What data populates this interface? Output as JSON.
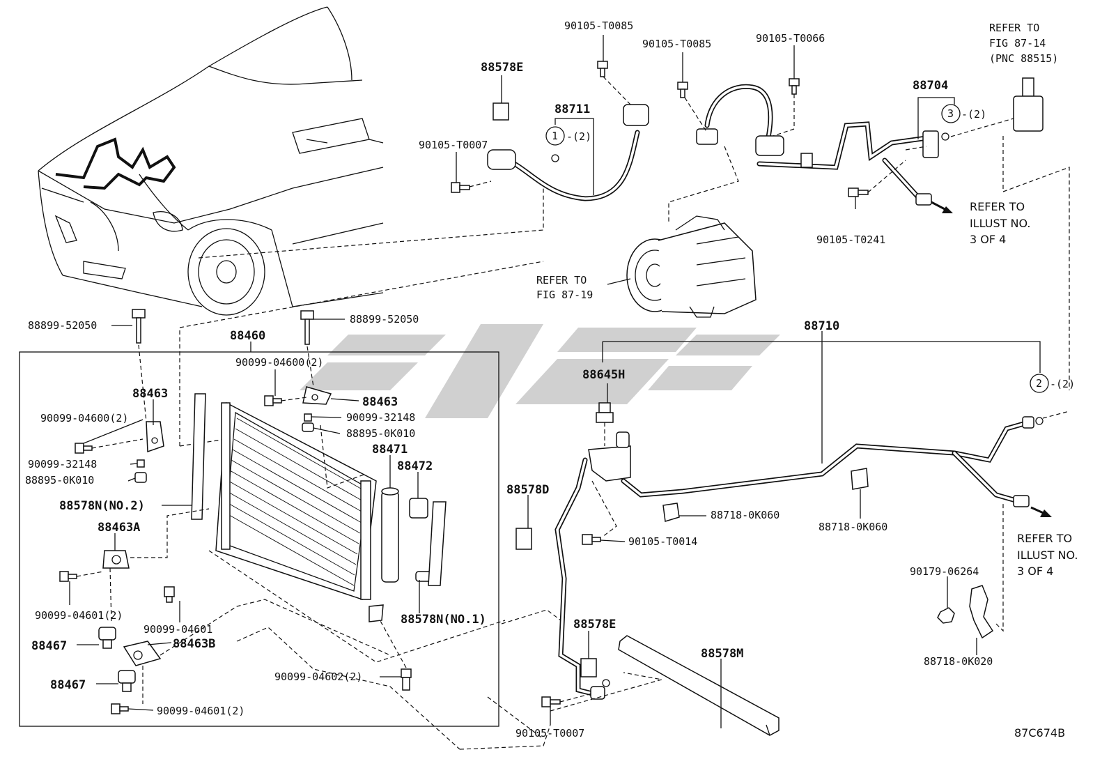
{
  "labels": {
    "p90105_T0085_a": "90105-T0085",
    "p90105_T0085_b": "90105-T0085",
    "p90105_T0066": "90105-T0066",
    "refer_fig_87_14_l1": "REFER TO",
    "refer_fig_87_14_l2": "FIG 87-14",
    "refer_fig_87_14_l3": "(PNC 88515)",
    "p88578E_top": "88578E",
    "p88711": "88711",
    "callout1_qty": "-(2)",
    "callout1": "1",
    "p90105_T0007_top": "90105-T0007",
    "p88704": "88704",
    "callout3": "3",
    "callout3_qty": "-(2)",
    "refer_illust_a_l1": "REFER TO",
    "refer_illust_a_l2": "ILLUST NO.",
    "refer_illust_a_l3": "3 OF 4",
    "p90105_T0241": "90105-T0241",
    "refer_fig_87_19_l1": "REFER TO",
    "refer_fig_87_19_l2": "FIG 87-19",
    "p88899_52050_a": "88899-52050",
    "p88899_52050_b": "88899-52050",
    "p88460": "88460",
    "p90099_04600_2_a": "90099-04600(2)",
    "p88463_a": "88463",
    "p88463_b": "88463",
    "p90099_04600_2_b": "90099-04600(2)",
    "p90099_32148_a": "90099-32148",
    "p90099_32148_b": "90099-32148",
    "p88895_0K010_a": "88895-0K010",
    "p88895_0K010_b": "88895-0K010",
    "p88471": "88471",
    "p88472": "88472",
    "p88578N_no2": "88578N(NO.2)",
    "p88463A": "88463A",
    "p90099_04601_2_a": "90099-04601(2)",
    "p90099_04601": "90099-04601",
    "p88467_a": "88467",
    "p88463B": "88463B",
    "p88467_b": "88467",
    "p90099_04601_2_b": "90099-04601(2)",
    "p90099_04602_2": "90099-04602(2)",
    "p88578N_no1": "88578N(NO.1)",
    "p88710": "88710",
    "p88645H": "88645H",
    "callout2": "2",
    "callout2_qty": "-(2)",
    "p88578D": "88578D",
    "p88718_0K060_a": "88718-0K060",
    "p88718_0K060_b": "88718-0K060",
    "p90105_T0014": "90105-T0014",
    "refer_illust_b_l1": "REFER TO",
    "refer_illust_b_l2": "ILLUST NO.",
    "refer_illust_b_l3": "3 OF 4",
    "p90179_06264": "90179-06264",
    "p88578E_bottom": "88578E",
    "p88578M": "88578M",
    "p88718_0K020": "88718-0K020",
    "p90105_T0007_bottom": "90105-T0007",
    "figure_code": "87C674B"
  },
  "watermark_color": "#c8c8c8"
}
